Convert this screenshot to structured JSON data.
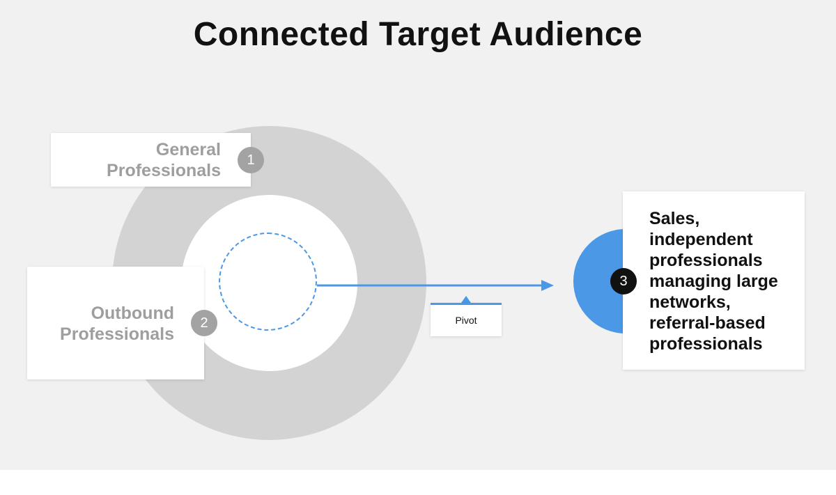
{
  "title": "Connected Target Audience",
  "nodes": [
    {
      "number": "1",
      "label_line1": "General",
      "label_line2": "Professionals"
    },
    {
      "number": "2",
      "label_line1": "Outbound",
      "label_line2": "Professionals"
    },
    {
      "number": "3",
      "label_lines": [
        "Sales,",
        "independent",
        "professionals",
        "managing large",
        "networks,",
        "referral-based",
        "professionals"
      ]
    }
  ],
  "connector": {
    "label": "Pivot"
  },
  "colors": {
    "accent": "#4a98e6",
    "ring_gray": "#d3d3d3",
    "badge_gray": "#a3a3a3",
    "label_gray": "#9e9e9e",
    "background": "#f1f1f1"
  }
}
